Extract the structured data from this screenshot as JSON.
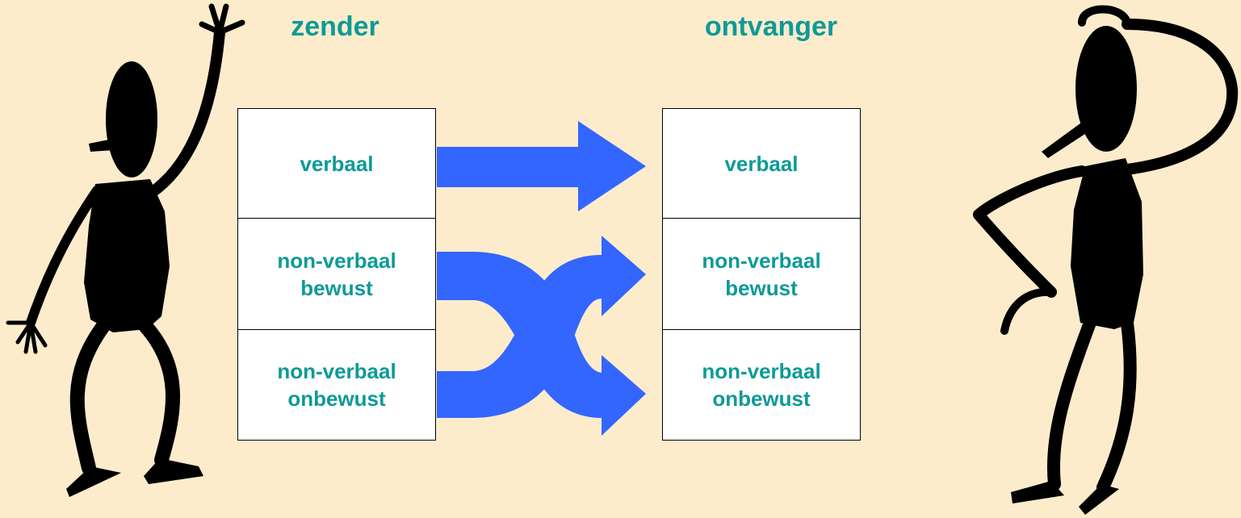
{
  "colors": {
    "background": "#fdeccc",
    "text": "#0e9a97",
    "arrow": "#3366ff",
    "figure": "#000000"
  },
  "sender": {
    "title": "zender",
    "boxes": [
      "verbaal",
      "non-verbaal\nbewust",
      "non-verbaal\nonbewust"
    ]
  },
  "receiver": {
    "title": "ontvanger",
    "boxes": [
      "verbaal",
      "non-verbaal\nbewust",
      "non-verbaal\nonbewust"
    ]
  },
  "arrows": [
    {
      "from": "verbaal",
      "to": "verbaal"
    },
    {
      "from": "non-verbaal bewust",
      "to": "non-verbaal onbewust"
    },
    {
      "from": "non-verbaal onbewust",
      "to": "non-verbaal bewust"
    }
  ],
  "icons": {
    "sender_figure": "waving-stick-figure-icon",
    "receiver_figure": "head-scratching-stick-figure-icon"
  }
}
